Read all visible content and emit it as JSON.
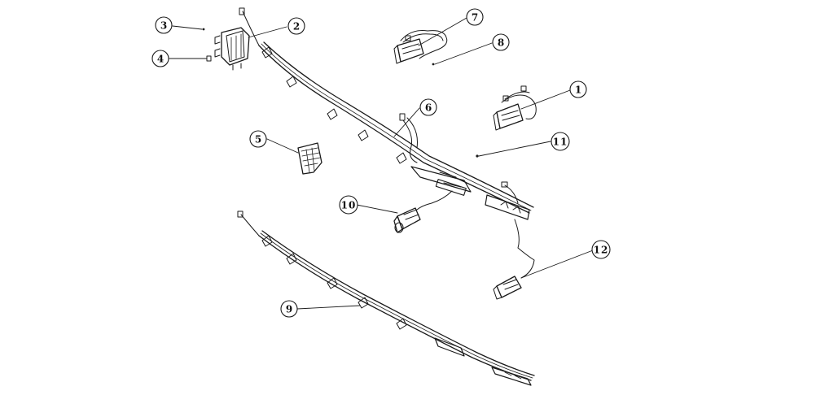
{
  "callouts": [
    {
      "id": "1",
      "label": "1"
    },
    {
      "id": "2",
      "label": "2"
    },
    {
      "id": "3",
      "label": "3"
    },
    {
      "id": "4",
      "label": "4"
    },
    {
      "id": "5",
      "label": "5"
    },
    {
      "id": "6",
      "label": "6"
    },
    {
      "id": "7",
      "label": "7"
    },
    {
      "id": "8",
      "label": "8"
    },
    {
      "id": "9",
      "label": "9"
    },
    {
      "id": "10",
      "label": "10"
    },
    {
      "id": "11",
      "label": "11"
    },
    {
      "id": "12",
      "label": "12"
    }
  ],
  "colors": {
    "line": "#1a1a1a",
    "fill": "#ffffff",
    "shade": "#cfcfcf",
    "dark": "#555555"
  }
}
